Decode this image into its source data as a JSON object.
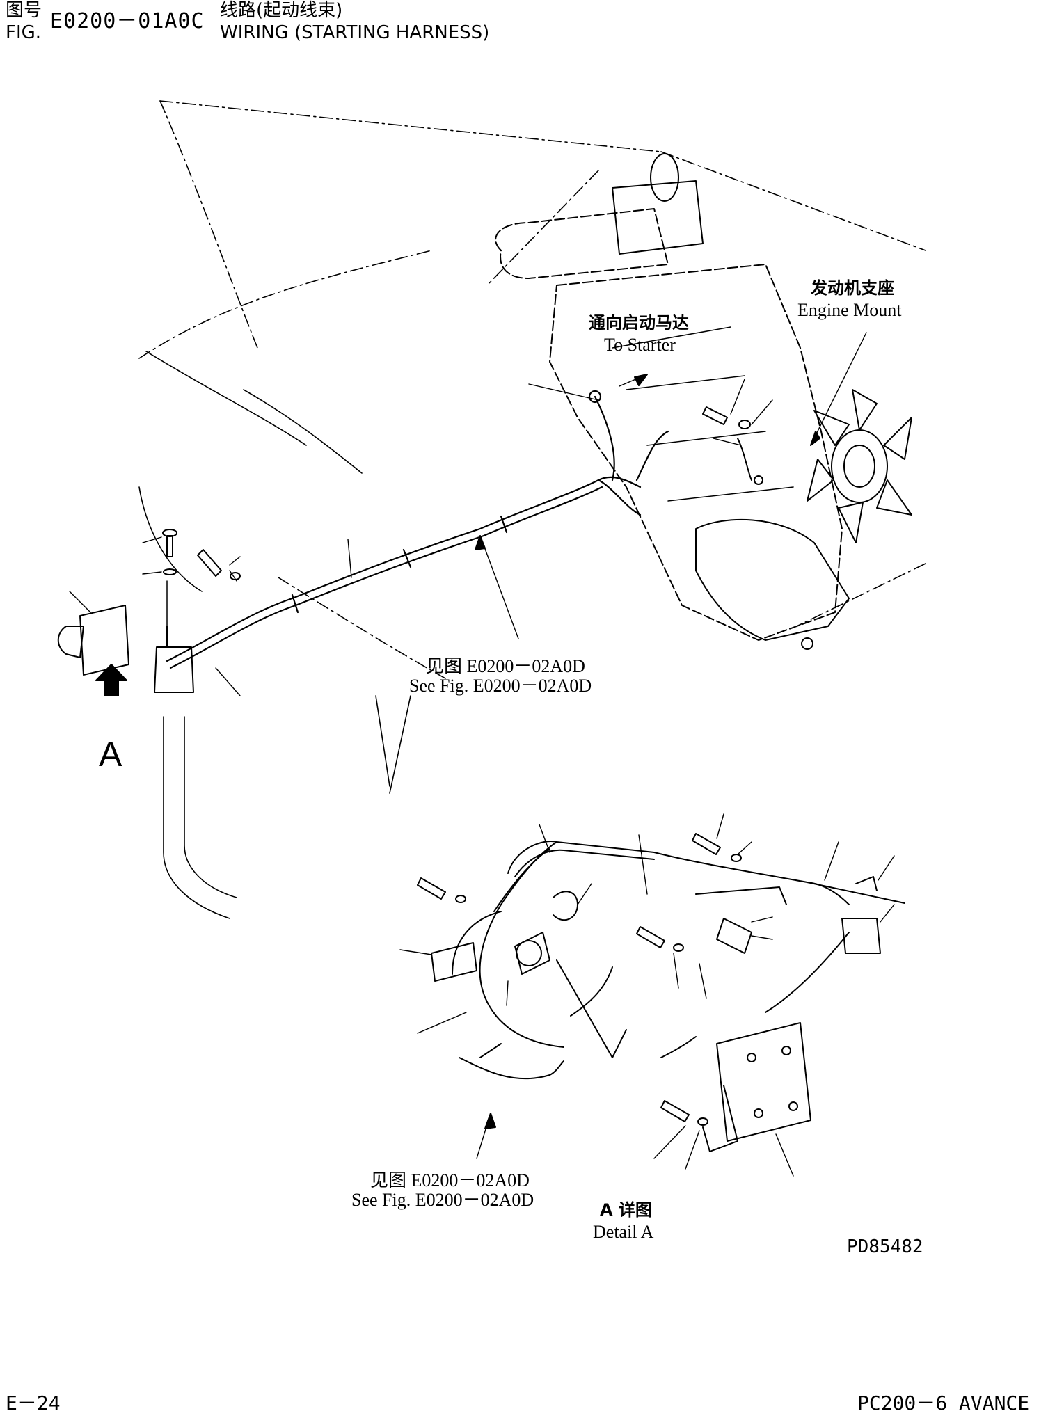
{
  "header": {
    "fig_label_zh": "图号",
    "fig_label_en": "FIG.",
    "fig_code": "E0200－01A0C",
    "title_zh": "线路(起动线束)",
    "title_en": "WIRING (STARTING HARNESS)"
  },
  "labels": {
    "engine_mount_zh": "发动机支座",
    "engine_mount_en": "Engine Mount",
    "to_starter_zh": "通向启动马达",
    "to_starter_en": "To Starter",
    "see_fig_zh_1": "见图 E0200－02A0D",
    "see_fig_en_1": "See Fig. E0200－02A0D",
    "see_fig_zh_2": "见图 E0200－02A0D",
    "see_fig_en_2": "See Fig. E0200－02A0D",
    "detail_zh": "A 详图",
    "detail_en": "Detail A",
    "view_letter": "A",
    "drawing_code": "PD85482"
  },
  "footer": {
    "page_number": "E－24",
    "model": "PC200－6 AVANCE"
  }
}
